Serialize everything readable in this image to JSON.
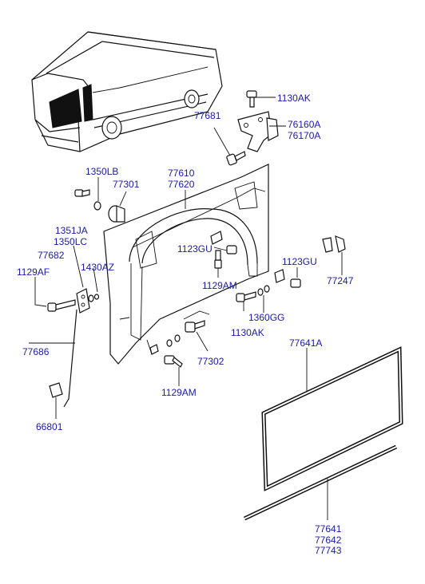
{
  "diagram": {
    "labels": {
      "p1130AK_top": "1130AK",
      "p77681": "77681",
      "p76160A": "76160A",
      "p76170A": "76170A",
      "p1350LB": "1350LB",
      "p77610": "77610",
      "p77620": "77620",
      "p77301": "77301",
      "p1351JA": "1351JA",
      "p1350LC": "1350LC",
      "p77682": "77682",
      "p1430AZ": "1430AZ",
      "p1129AF": "1129AF",
      "p1123GU_left": "1123GU",
      "p1129AM_mid": "1129AM",
      "p1123GU_right": "1123GU",
      "p77247": "77247",
      "p1130AK_mid": "1130AK",
      "p1360GG": "1360GG",
      "p77686": "77686",
      "p77302": "77302",
      "p1129AM_bottom": "1129AM",
      "p77641A": "77641A",
      "p66801": "66801",
      "p77641": "77641",
      "p77642": "77642",
      "p77743": "77743"
    }
  }
}
